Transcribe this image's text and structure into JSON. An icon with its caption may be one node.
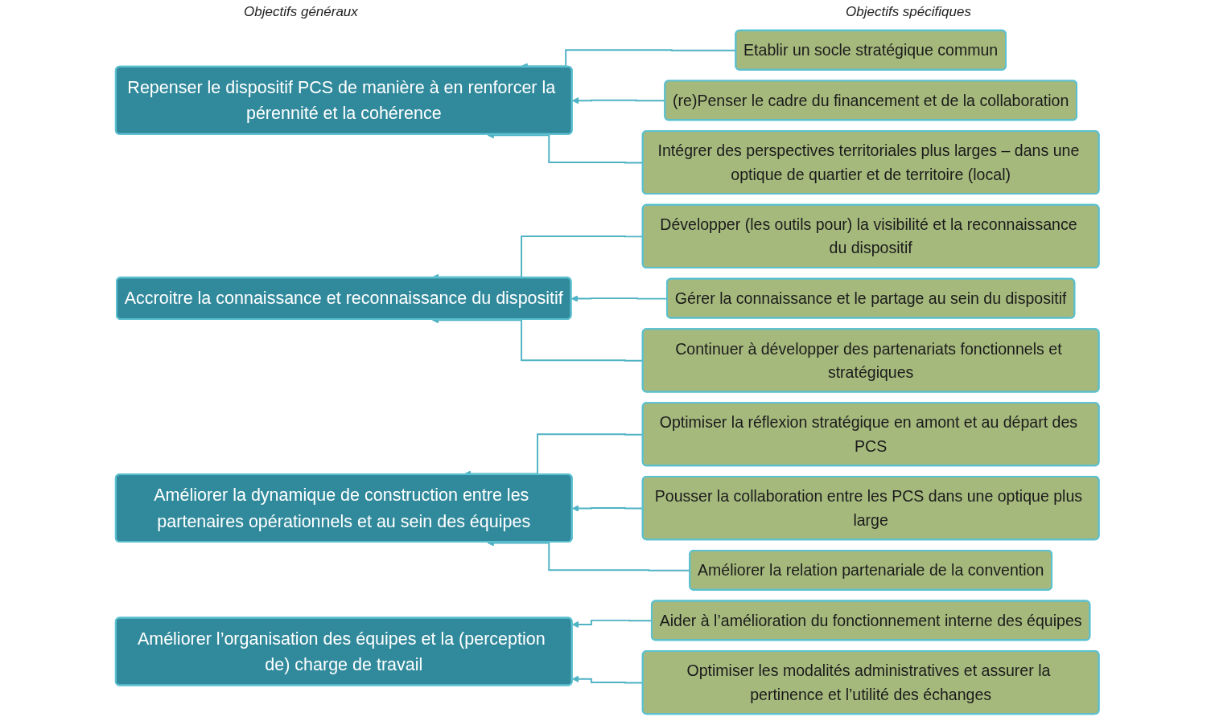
{
  "diagram": {
    "nodes": [
      {
        "text": [
          "Repenser le dispositif PCS de manière à en renforcer la pérennité et la cohérence"
        ]
      },
      {
        "text": [
          "Etablir un socle stratégique commun"
        ]
      },
      {
        "text": [
          "(re)Penser le cadre du financement et de la collaboration"
        ]
      },
      {
        "text": [
          "Intégrer des perspectives territoriales plus larges – dans une optique de quartier et de territoire (local)"
        ]
      },
      {
        "text": [
          "Accroitre la connaissance et reconnaissance du dispositif"
        ]
      },
      {
        "text": [
          "Développer (les outils pour) la visibilité et la reconnaissance du dispositif"
        ]
      },
      {
        "text": [
          "Gérer la connaissance et le partage au sein du dispositif"
        ]
      },
      {
        "text": [
          "Continuer à développer des partenariats fonctionnels et stratégiques"
        ]
      },
      {
        "text": [
          "Améliorer la dynamique de construction entre les partenaires opérationnels et au sein des équipes"
        ]
      },
      {
        "text": [
          "Optimiser la réflexion stratégique en amont et au départ des PCS"
        ]
      },
      {
        "text": [
          "Pousser la collaboration entre les PCS dans une optique plus large"
        ]
      },
      {
        "text": [
          "Améliorer la relation partenariale de la convention"
        ]
      },
      {
        "text": [
          "Améliorer l’organisation des équipes et la (perception de) charge de travail"
        ]
      },
      {
        "text": [
          "Aider à l’amélioration du fonctionnement interne des équipes"
        ]
      },
      {
        "text": [
          "Optimiser les modalités administratives et assurer la pertinence et l’utilité des échanges"
        ]
      }
    ],
    "edges": [
      {
        "from": 1,
        "to": 0,
        "arrow": "to"
      },
      {
        "from": 2,
        "to": 0,
        "arrow": "to"
      },
      {
        "from": 3,
        "to": 0,
        "arrow": "to"
      },
      {
        "from": 5,
        "to": 4,
        "arrow": "to"
      },
      {
        "from": 6,
        "to": 4,
        "arrow": "to"
      },
      {
        "from": 7,
        "to": 4,
        "arrow": "to"
      },
      {
        "from": 9,
        "to": 8,
        "arrow": "to"
      },
      {
        "from": 10,
        "to": 8,
        "arrow": "to"
      },
      {
        "from": 11,
        "to": 8,
        "arrow": "to"
      },
      {
        "from": 13,
        "to": 12,
        "arrow": "to"
      },
      {
        "from": 14,
        "to": 12,
        "arrow": "to"
      }
    ],
    "labels": [
      "Objectifs spécifiques",
      "Objectifs généraux"
    ]
  }
}
